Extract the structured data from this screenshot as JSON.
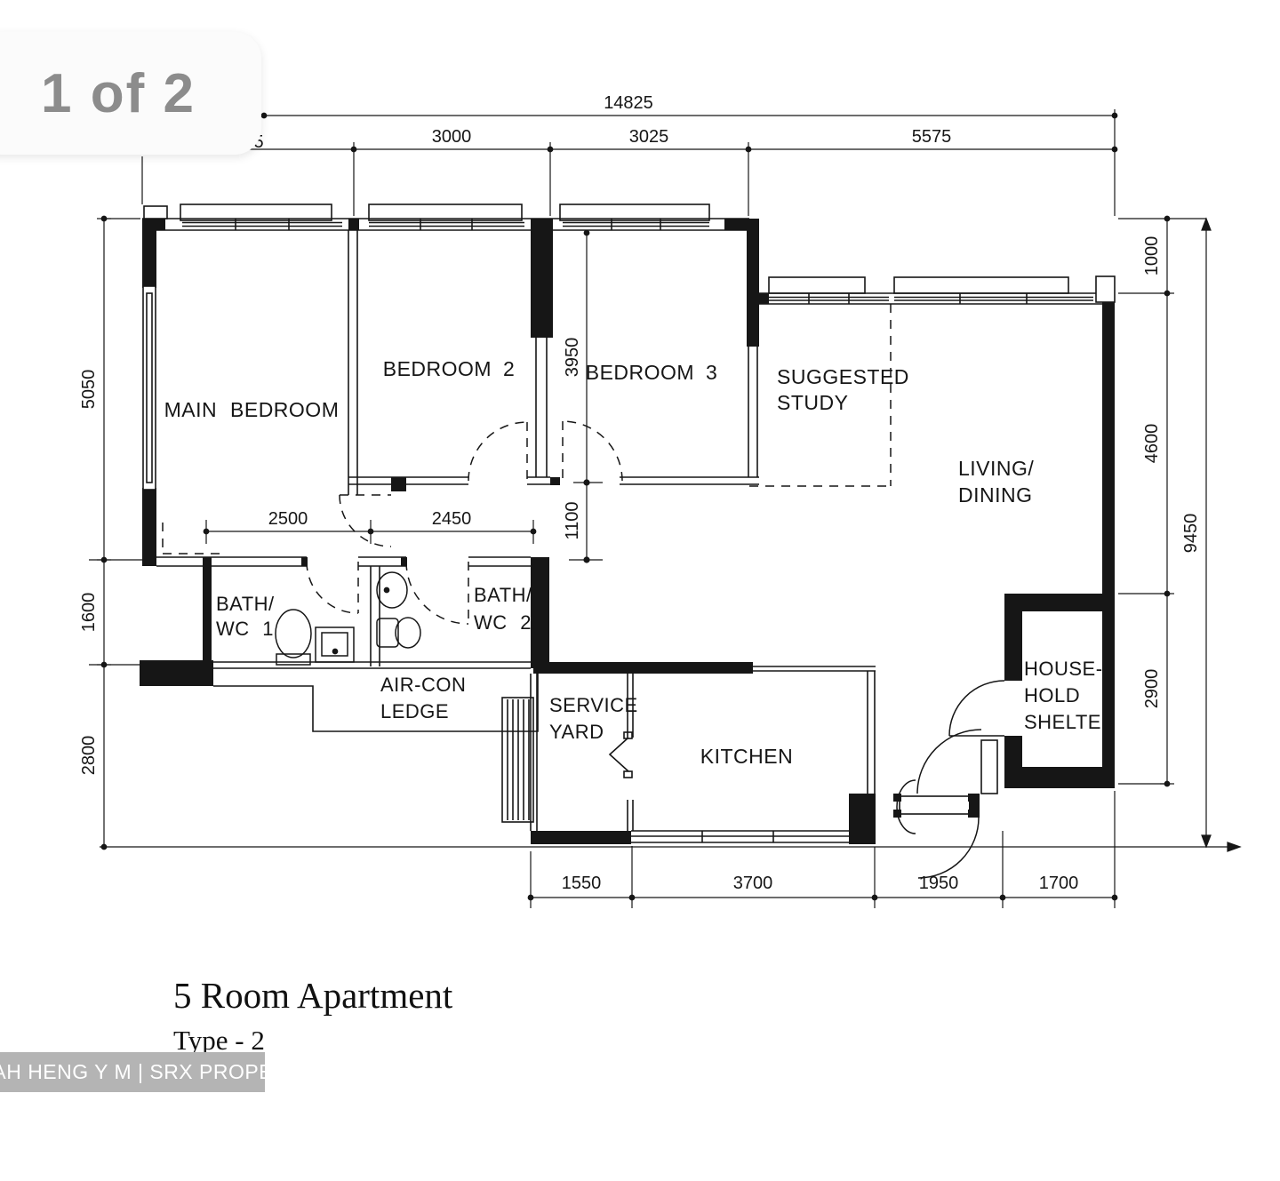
{
  "overlay": {
    "page_indicator": "1 of 2",
    "watermark": "JONAH HENG Y M | SRX PROPERTY"
  },
  "plan_title": {
    "name": "5 Room Apartment",
    "variant": "Type - 2"
  },
  "rooms": {
    "main_bedroom": "MAIN BEDROOM",
    "bedroom2": "BEDROOM 2",
    "bedroom3": "BEDROOM 3",
    "suggested_study": [
      "SUGGESTED",
      "STUDY"
    ],
    "living_dining": [
      "LIVING/",
      "DINING"
    ],
    "bath_wc1": [
      "BATH/",
      "WC 1"
    ],
    "bath_wc2": [
      "BATH/",
      "WC 2"
    ],
    "aircon_ledge": [
      "AIR-CON",
      "LEDGE"
    ],
    "service_yard": [
      "SERVICE",
      "YARD"
    ],
    "kitchen": "KITCHEN",
    "household_shelter": [
      "HOUSE-",
      "HOLD",
      "SHELTER"
    ]
  },
  "dimensions": {
    "overall_width": "14825",
    "top_segments": [
      "3000",
      "3025",
      "5575"
    ],
    "top_hidden_fragment": "5",
    "left_segments": [
      "5050",
      "1600",
      "2800"
    ],
    "right_segments": [
      "1000",
      "4600",
      "2900"
    ],
    "overall_height": "9450",
    "bedroom_depth": "3950",
    "hall_width": "1100",
    "bath1_width": "2500",
    "bath2_width": "2450",
    "bottom_segments": [
      "1550",
      "3700",
      "1950",
      "1700"
    ]
  },
  "colors": {
    "line": "#161616",
    "badge_text": "#8c8c8c",
    "badge_bg": "#fbfbfb",
    "watermark_bg": "#b4b4b4",
    "watermark_text": "#ffffff"
  }
}
